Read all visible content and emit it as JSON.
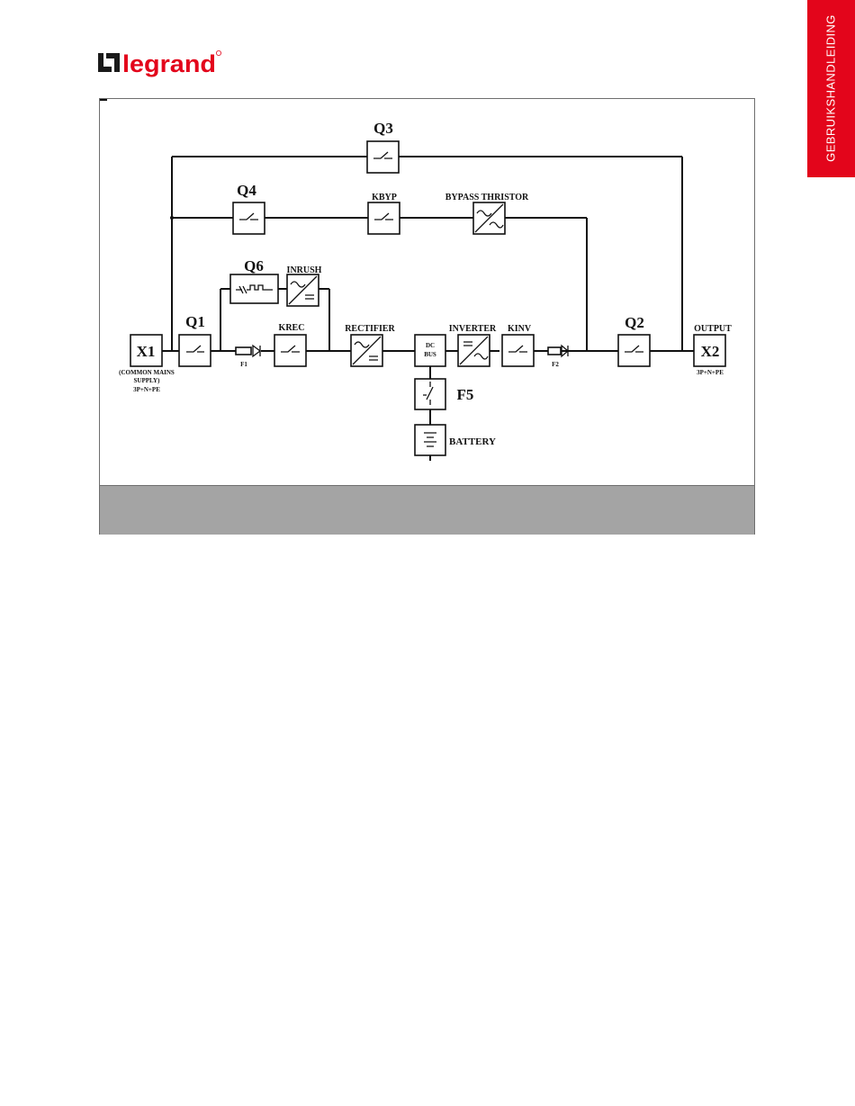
{
  "header": {
    "brand": "legrand",
    "brand_color": "#e3051b",
    "side_tab_label": "GEBRUIKSHANDLEIDING"
  },
  "diagram": {
    "components": {
      "x1": "X1",
      "x1_note_1": "(COMMON MAINS",
      "x1_note_2": "SUPPLY)",
      "x1_note_3": "3P+N+PE",
      "q1": "Q1",
      "q2": "Q2",
      "q3": "Q3",
      "q4": "Q4",
      "q6": "Q6",
      "inrush": "INRUSH",
      "kbyp": "KBYP",
      "bypass_thyristor": "BYPASS THRISTOR",
      "krec": "KREC",
      "f1": "F1",
      "rectifier": "RECTIFIER",
      "dc_bus_1": "DC",
      "dc_bus_2": "BUS",
      "inverter": "INVERTER",
      "kinv": "KINV",
      "f2": "F2",
      "f5": "F5",
      "battery": "BATTERY",
      "output": "OUTPUT",
      "x2": "X2",
      "x2_note": "3P+N+PE"
    }
  }
}
